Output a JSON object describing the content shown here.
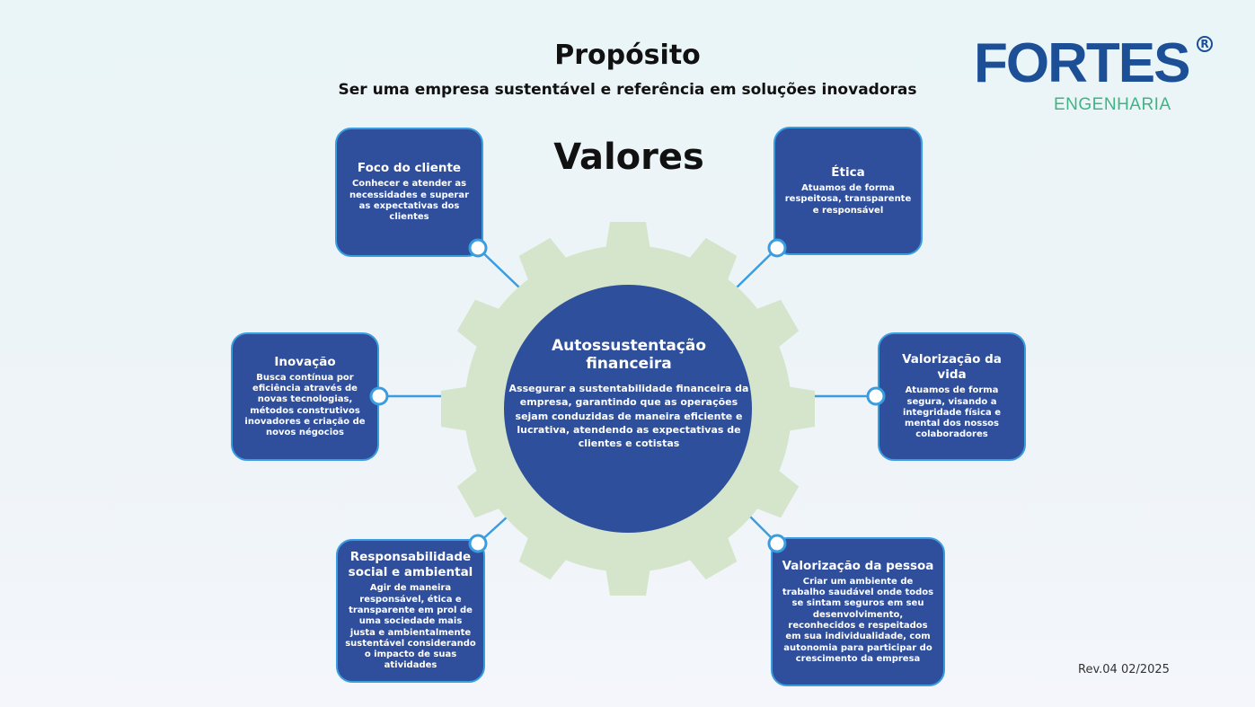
{
  "header": {
    "title": "Propósito",
    "subtitle": "Ser uma empresa sustentável e referência em soluções inovadoras",
    "values_heading": "Valores"
  },
  "logo": {
    "main": "FORTES",
    "sub": "ENGENHARIA",
    "registered": "R"
  },
  "center": {
    "title": "Autossustentação financeira",
    "description": "Assegurar a sustentabilidade financeira da empresa, garantindo que as operações sejam conduzidas de maneira eficiente e lucrativa, atendendo as expectativas de clientes e cotistas"
  },
  "values": [
    {
      "title": "Foco do cliente",
      "description": "Conhecer e atender as necessidades e superar as expectativas dos clientes"
    },
    {
      "title": "Ética",
      "description": "Atuamos de forma respeitosa, transparente e responsável"
    },
    {
      "title": "Inovação",
      "description": "Busca contínua por eficiência através de novas tecnologias, métodos construtivos inovadores e criação de novos négocios"
    },
    {
      "title": "Valorização da vida",
      "description": "Atuamos de forma segura, visando a integridade física e mental dos nossos colaboradores"
    },
    {
      "title": "Responsabilidade social e ambiental",
      "description": "Agir de maneira responsável, ética e transparente em prol de uma sociedade mais justa e ambientalmente sustentável considerando o impacto de suas atividades"
    },
    {
      "title": "Valorização da pessoa",
      "description": "Criar um ambiente de trabalho saudável onde todos se sintam seguros em seu desenvolvimento, reconhecidos e respeitados em sua individualidade, com autonomia para participar do crescimento da empresa"
    }
  ],
  "footer": {
    "revision": "Rev.04 02/2025"
  },
  "colors": {
    "box": "#2f4f9c",
    "border": "#3a9de0",
    "gear": "#d5e5cc",
    "logo_blue": "#1d4f96",
    "logo_green": "#3fb483"
  }
}
